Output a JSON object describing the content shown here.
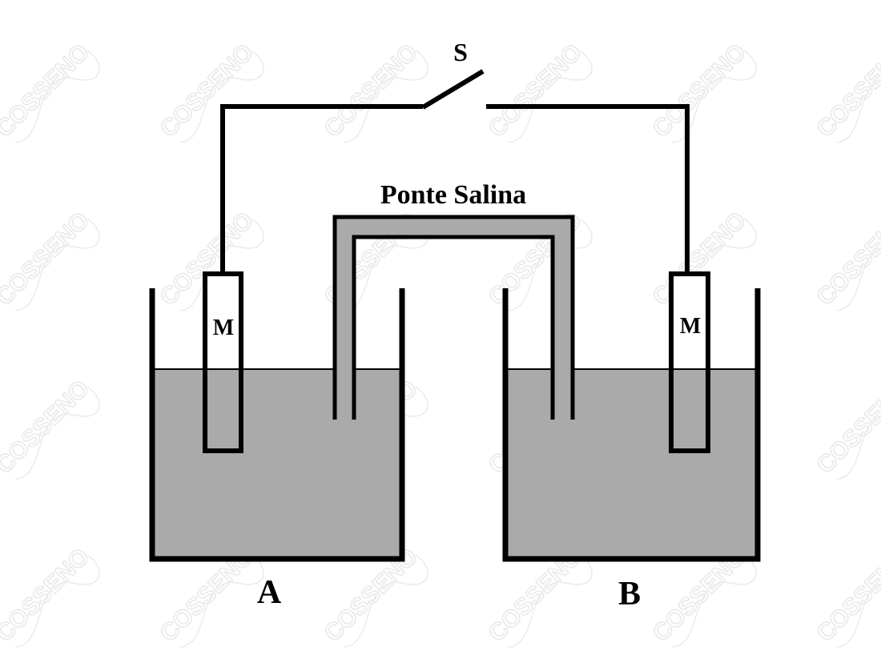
{
  "labels": {
    "switch": "S",
    "bridge": "Ponte Salina",
    "electrode_a": "M",
    "electrode_b": "M",
    "beaker_a": "A",
    "beaker_b": "B"
  },
  "watermark": {
    "text": "COSSENO"
  },
  "colors": {
    "solution": "#aaaaaa",
    "bridge_fill": "#aaaaaa",
    "outline": "#000000",
    "background": "#ffffff",
    "watermark": "#e9e9e9"
  }
}
